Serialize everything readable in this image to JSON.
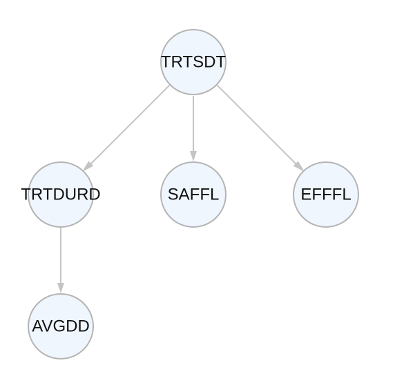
{
  "diagram": {
    "nodes": [
      {
        "id": "TRTSDT",
        "label": "TRTSDT"
      },
      {
        "id": "TRTDURD",
        "label": "TRTDURD"
      },
      {
        "id": "SAFFL",
        "label": "SAFFL"
      },
      {
        "id": "EFFFL",
        "label": "EFFFL"
      },
      {
        "id": "AVGDD",
        "label": "AVGDD"
      }
    ],
    "edges": [
      {
        "from": "TRTSDT",
        "to": "TRTDURD"
      },
      {
        "from": "TRTSDT",
        "to": "SAFFL"
      },
      {
        "from": "TRTSDT",
        "to": "EFFFL"
      },
      {
        "from": "TRTDURD",
        "to": "AVGDD"
      }
    ],
    "colors": {
      "node_fill": "#eff6fe",
      "node_stroke": "#b4b4b4",
      "edge": "#c4c4c4",
      "text": "#111111"
    }
  }
}
